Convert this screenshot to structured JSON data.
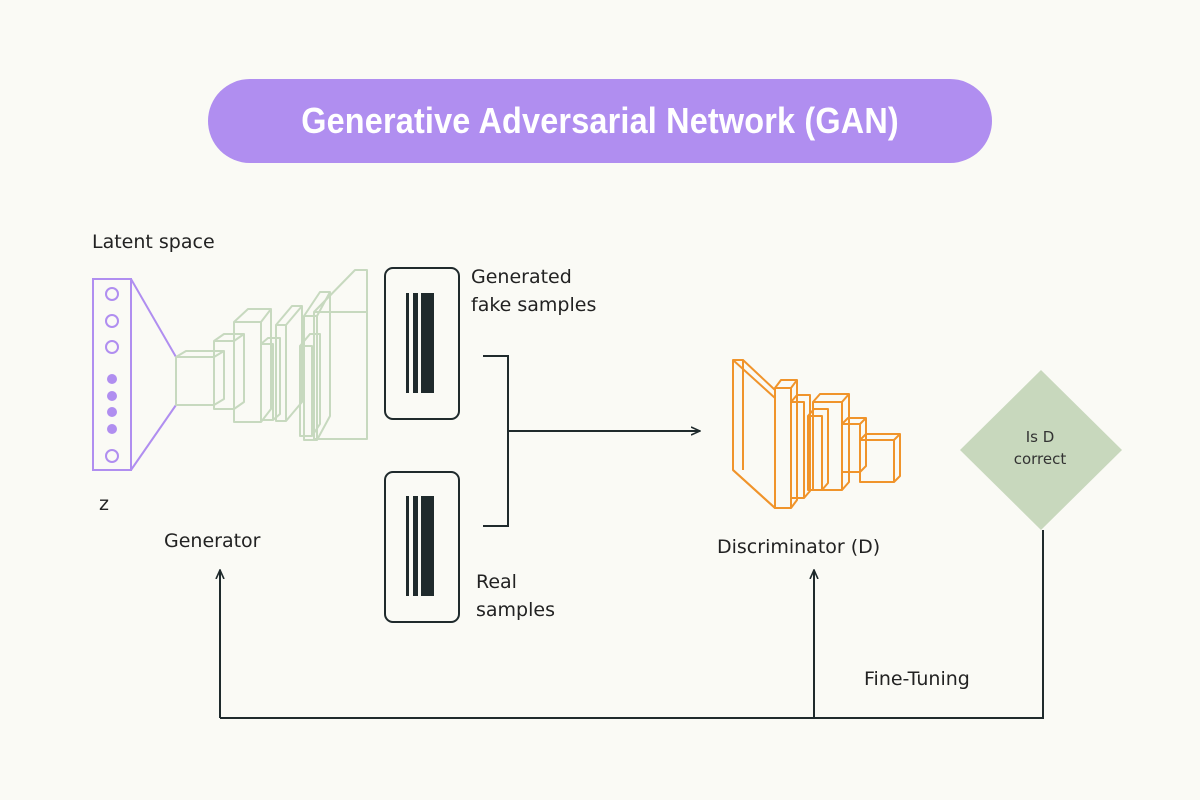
{
  "title": "Generative Adversarial Network (GAN)",
  "labels": {
    "latent_space": "Latent space",
    "z": "z",
    "generator": "Generator",
    "fake_line1": "Generated",
    "fake_line2": "fake samples",
    "real_line1": "Real",
    "real_line2": "samples",
    "discriminator": "Discriminator (D)",
    "decision_line1": "Is D",
    "decision_line2": "correct",
    "fine_tuning": "Fine-Tuning"
  },
  "colors": {
    "background": "#fafaf5",
    "title_pill": "#b08ef0",
    "latent": "#b08ef0",
    "generator": "#c7d9bf",
    "discriminator": "#f0942b",
    "decision": "#c8d8bd",
    "line": "#1f2a2c"
  }
}
